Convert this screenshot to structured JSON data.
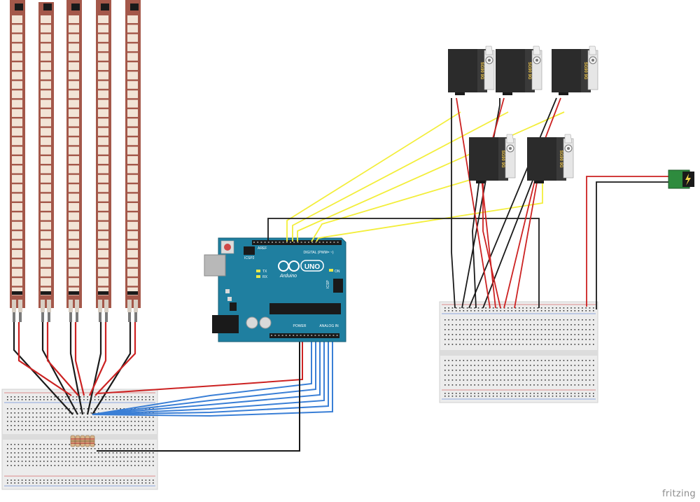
{
  "arduino": {
    "logo_text": "UNO",
    "brand_text": "Arduino",
    "icsp_label": "ICSP2",
    "tx_label": "TX",
    "rx_label": "RX",
    "on_label": "ON",
    "icsp1_label": "ICSP",
    "digital_label": "DIGITAL (PWM= ~)",
    "power_label": "POWER",
    "analog_label": "ANALOG IN",
    "aref_label": "AREF"
  },
  "servos": {
    "label": "SG90 9G"
  },
  "watermark": "fritzing",
  "colors": {
    "flex_sensor": "#a4584a",
    "flex_pad": "#f2e4d6",
    "arduino_board": "#1f7fa0",
    "servo_body": "#2b2b2b",
    "wire_red": "#cc2222",
    "wire_black": "#1a1a1a",
    "wire_blue": "#3a7fd6",
    "wire_yellow": "#f3ee3a",
    "breadboard": "#e9e9e9",
    "power_jack": "#2e8b3e"
  }
}
